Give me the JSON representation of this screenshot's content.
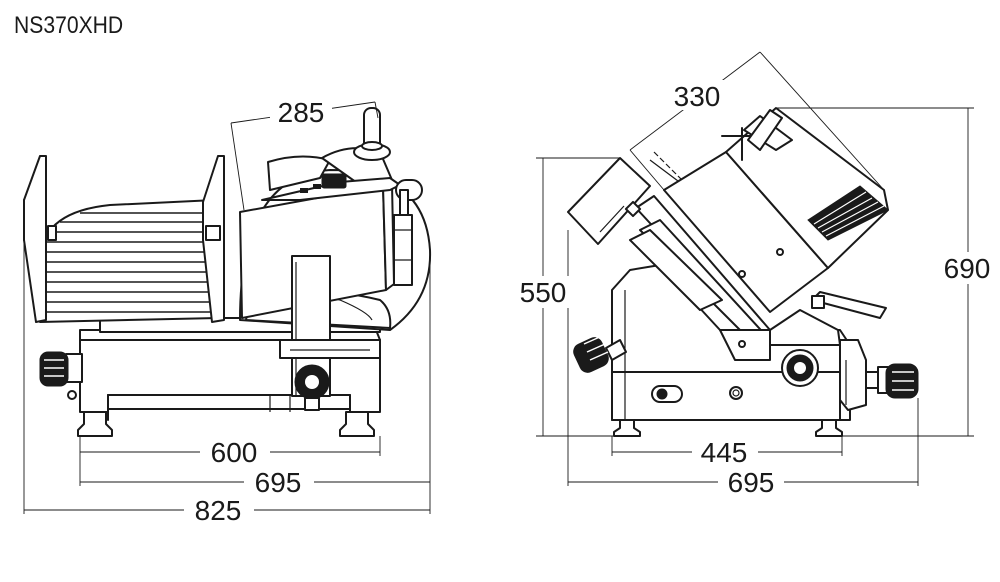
{
  "title": "NS370XHD",
  "front_view": {
    "dimensions": {
      "top_width": "285",
      "base_inner": "600",
      "base_outer": "695",
      "overall_width": "825"
    }
  },
  "side_view": {
    "dimensions": {
      "blade_guard": "330",
      "height_left": "550",
      "height_right": "690",
      "base_inner": "445",
      "base_outer": "695"
    }
  }
}
